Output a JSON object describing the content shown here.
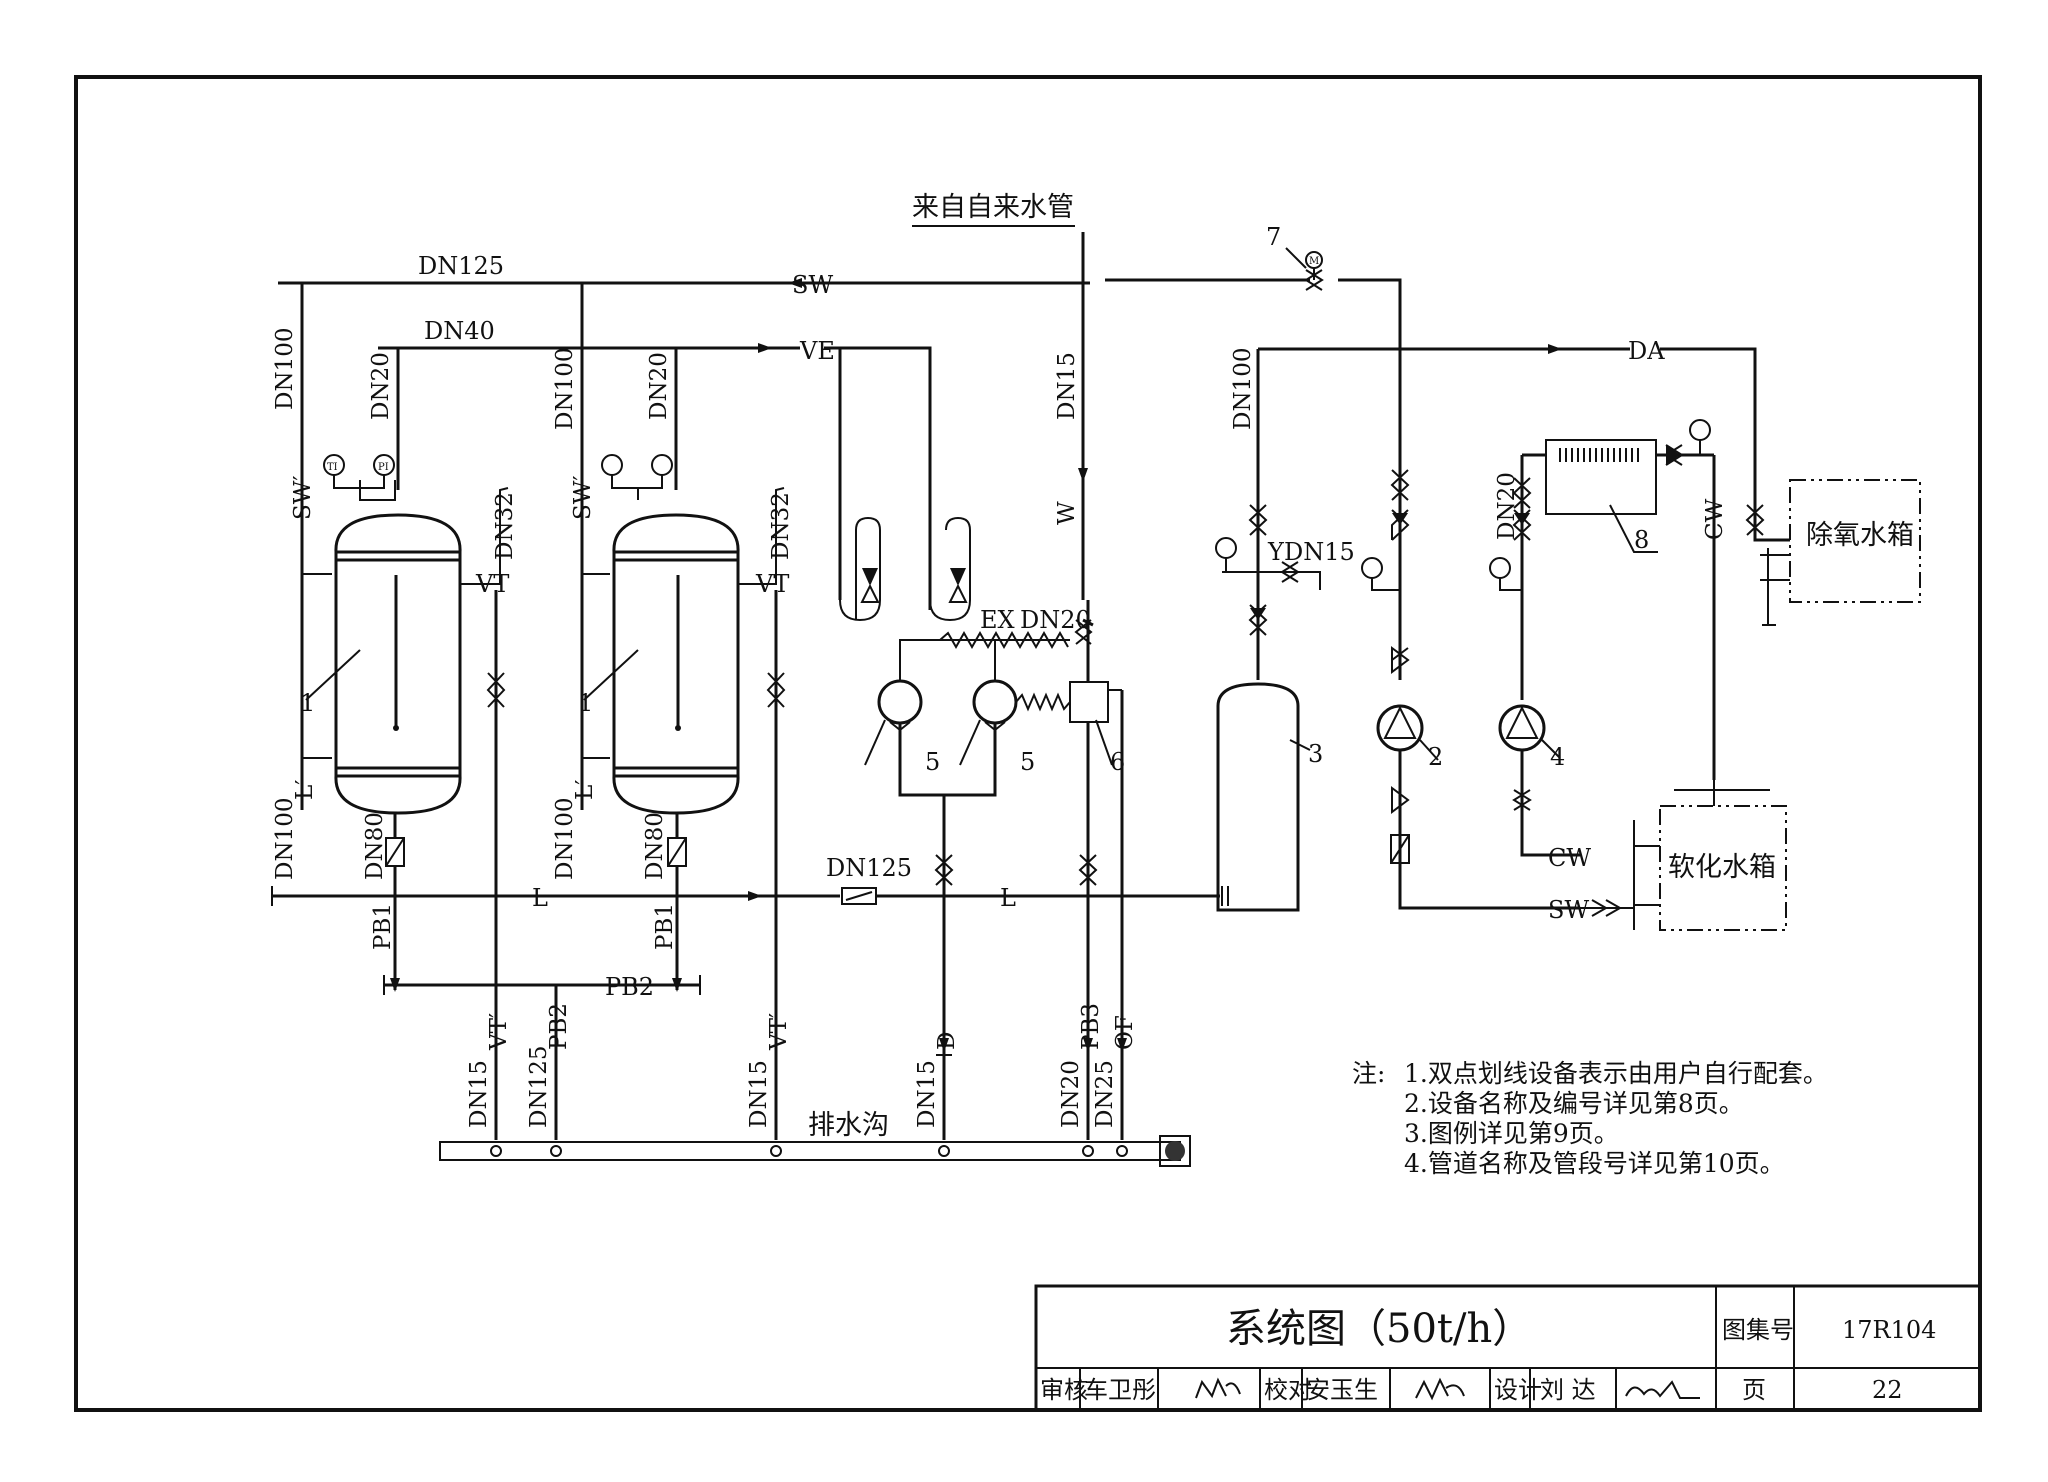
{
  "water_source": "来自自来水管",
  "pipes": {
    "dn125_top": "DN125",
    "sw_top": "SW",
    "dn40": "DN40",
    "ve": "VE",
    "da": "DA",
    "dn100_a": "DN100",
    "dn20_a": "DN20",
    "dn100_b": "DN100",
    "dn20_b": "DN20",
    "dn15_w": "DN15",
    "w": "W",
    "dn100_c": "DN100",
    "sw_prime_a": "SW′",
    "sw_prime_b": "SW′",
    "dn32_a": "DN32",
    "dn32_b": "DN32",
    "vt_a": "VT",
    "vt_b": "VT",
    "ex": "EX",
    "dn20_ex": "DN20",
    "y": "Y",
    "dn15_y": "DN15",
    "dn20_pump": "DN20",
    "cw_a": "CW",
    "cw_b": "CW",
    "sw_bottom": "SW",
    "l_prime_a": "L′",
    "l_prime_b": "L′",
    "dn100_low_a": "DN100",
    "dn100_low_b": "DN100",
    "dn80_a": "DN80",
    "dn80_b": "DN80",
    "dn125_mid": "DN125",
    "l_a": "L",
    "l_b": "L",
    "pb1_a": "PB1",
    "pb1_b": "PB1",
    "pb2": "PB2",
    "vt_prime_a": "VT′",
    "pb2_v": "PB2",
    "vt_prime_b": "VT′",
    "d": "D",
    "pb3": "PB3",
    "of": "OF",
    "dn15_d1": "DN15",
    "dn125_d": "DN125",
    "dn15_d2": "DN15",
    "dn15_d3": "DN15",
    "dn20_d": "DN20",
    "dn25_d": "DN25",
    "drain": "排水沟"
  },
  "equipment": {
    "e1a": "1",
    "e1b": "1",
    "e2": "2",
    "e3": "3",
    "e4": "4",
    "e5a": "5",
    "e5b": "5",
    "e6": "6",
    "e7": "7",
    "e8": "8",
    "deaerator_tank": "除氧水箱",
    "soft_tank": "软化水箱"
  },
  "instruments": {
    "gauge": "PI",
    "thermo": "TI",
    "motor": "M"
  },
  "notes": {
    "prefix": "注:",
    "n1": "1.双点划线设备表示由用户自行配套。",
    "n2": "2.设备名称及编号详见第8页。",
    "n3": "3.图例详见第9页。",
    "n4": "4.管道名称及管段号详见第10页。"
  },
  "title_block": {
    "title": "系统图（50t/h）",
    "atlas_label": "图集号",
    "atlas_no": "17R104",
    "review_label": "审核",
    "reviewer": "车卫彤",
    "check_label": "校对",
    "checker": "安玉生",
    "design_label": "设计",
    "designer": "刘 达",
    "page_label": "页",
    "page_no": "22"
  }
}
